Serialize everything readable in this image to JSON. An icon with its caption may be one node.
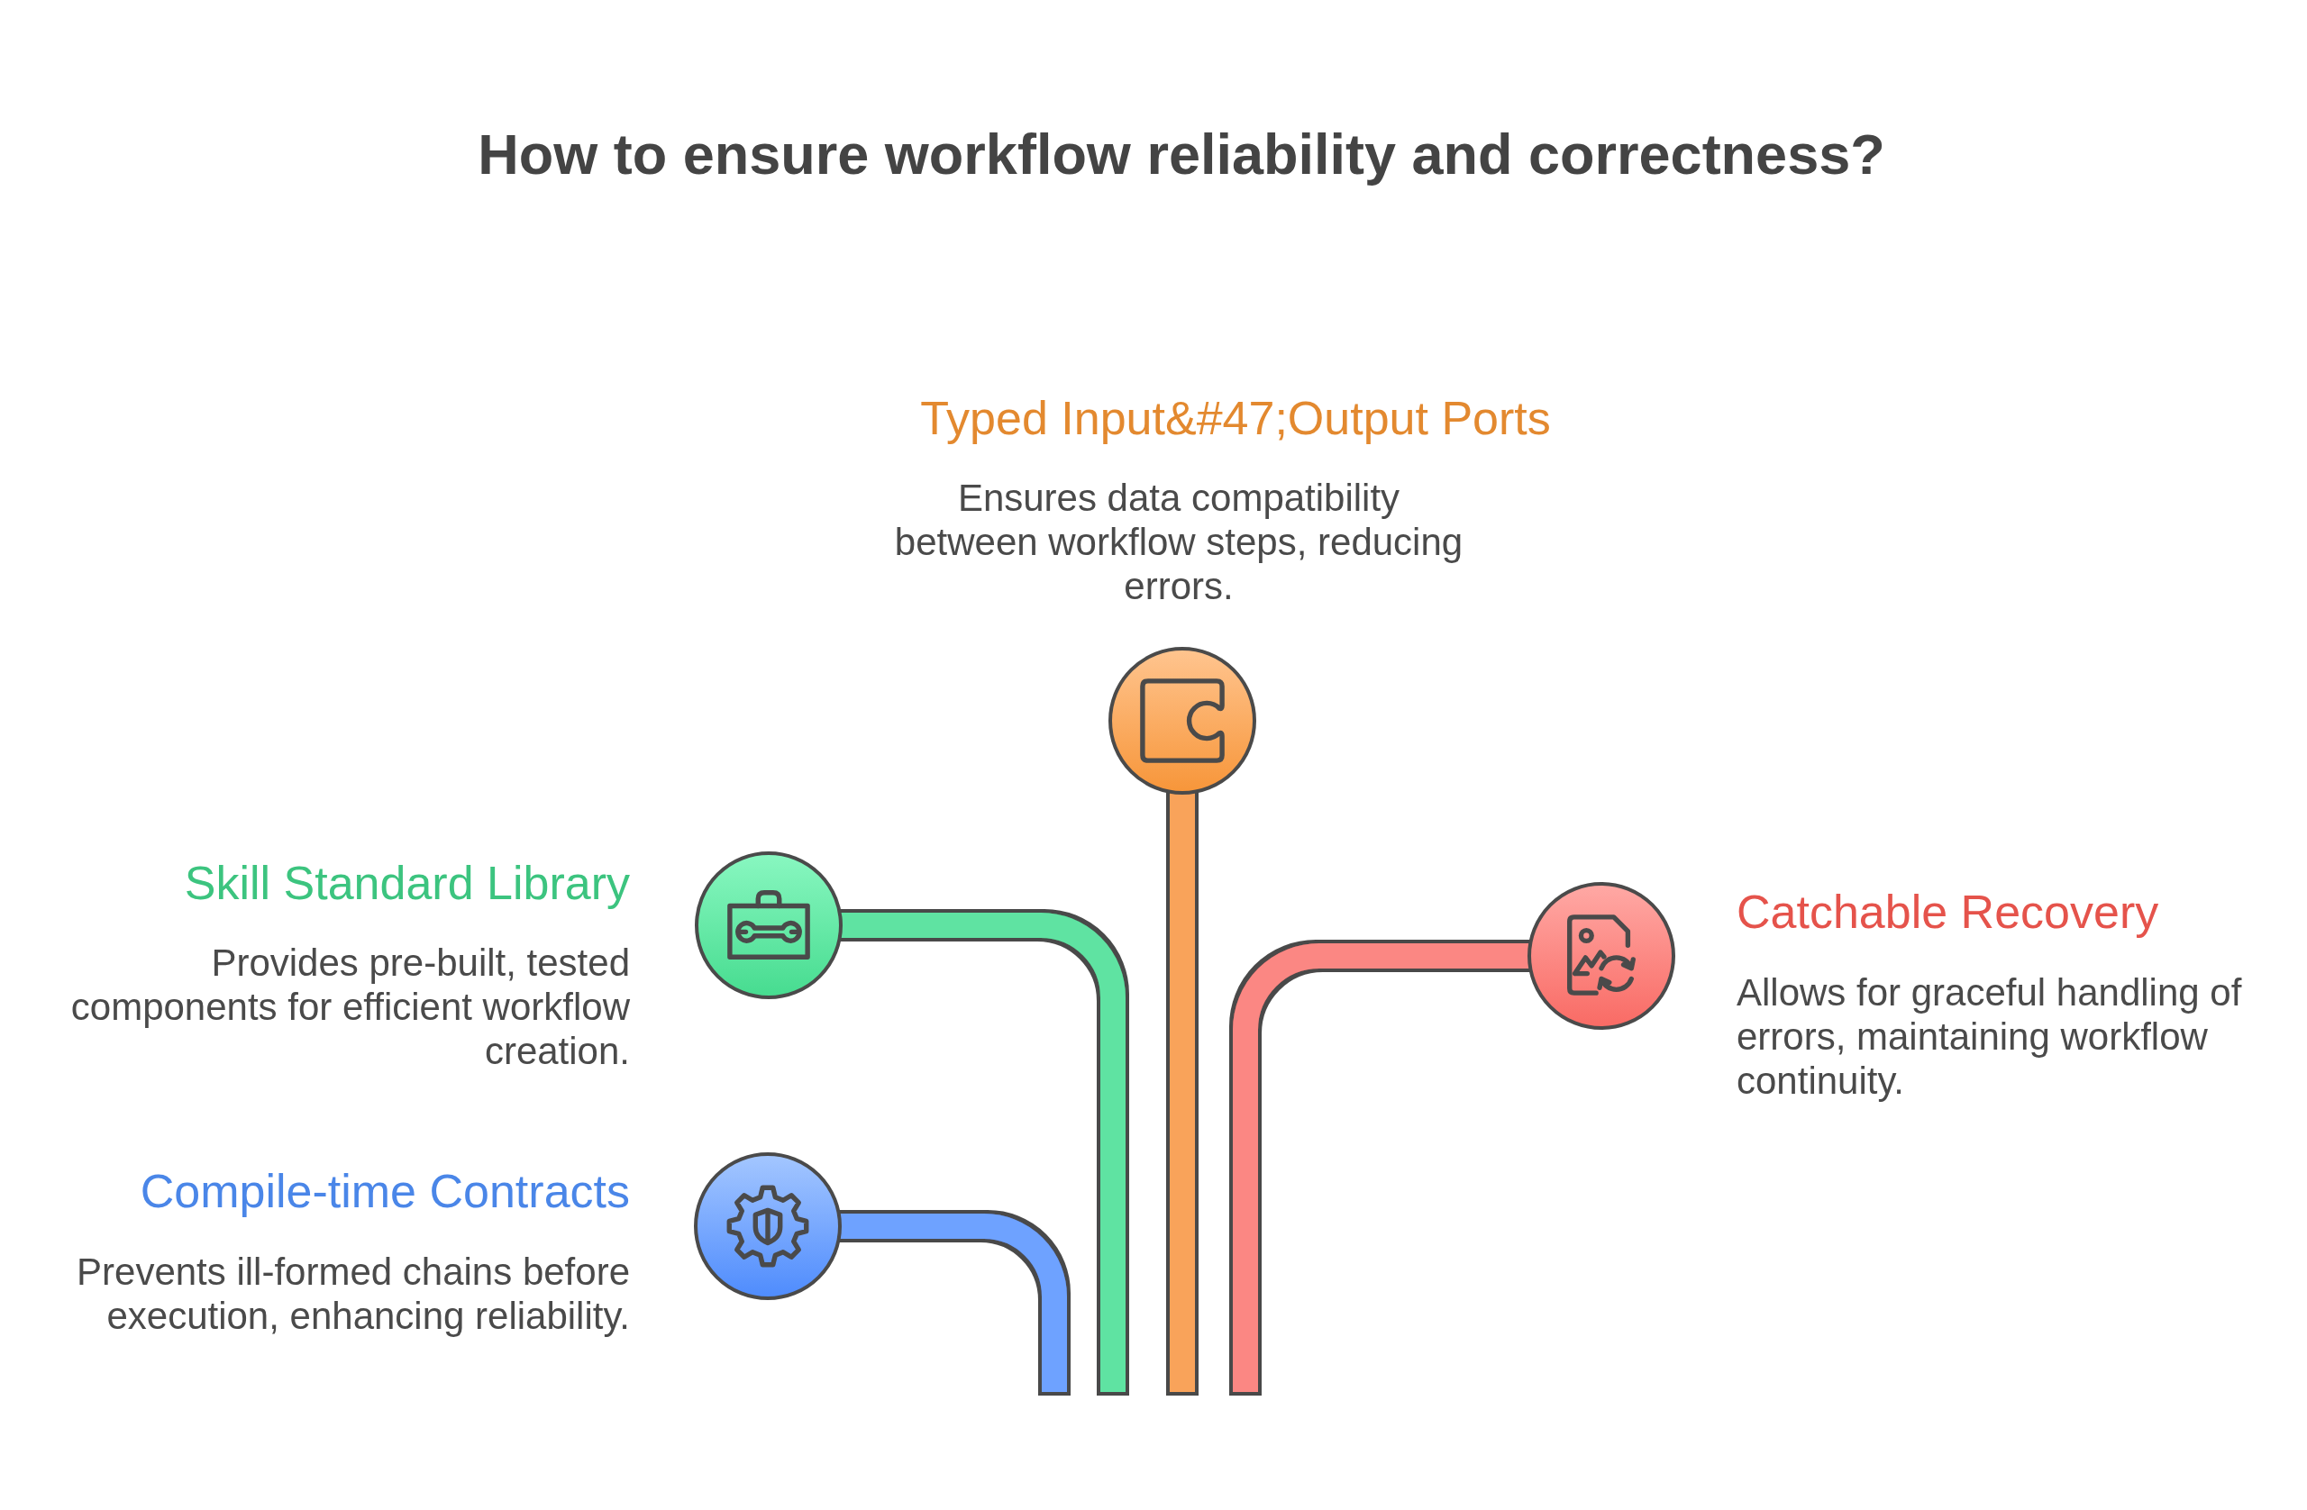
{
  "diagram": {
    "title": "How to ensure workflow reliability and correctness?",
    "nodes": [
      {
        "text": [],
        "shape": "circle",
        "beside": [
          "Typed Input&#47;Output Ports",
          "Ensures data compatibility between workflow steps, reducing errors."
        ]
      },
      {
        "text": [],
        "shape": "circle",
        "beside": [
          "Skill Standard Library",
          "Provides pre-built, tested components for efficient workflow creation."
        ]
      },
      {
        "text": [],
        "shape": "circle",
        "beside": [
          "Catchable Recovery",
          "Allows for graceful handling of errors, maintaining workflow continuity."
        ]
      },
      {
        "text": [],
        "shape": "circle",
        "beside": [
          "Compile-time Contracts",
          "Prevents ill-formed chains before execution, enhancing reliability."
        ]
      }
    ],
    "edges": [
      {
        "from": 0,
        "to": null,
        "arrow": "none",
        "color": "#f9a35a"
      },
      {
        "from": 1,
        "to": null,
        "arrow": "none",
        "color": "#5ee3a2"
      },
      {
        "from": 2,
        "to": null,
        "arrow": "none",
        "color": "#fb8783"
      },
      {
        "from": 3,
        "to": null,
        "arrow": "none",
        "color": "#6ea2ff"
      }
    ]
  }
}
